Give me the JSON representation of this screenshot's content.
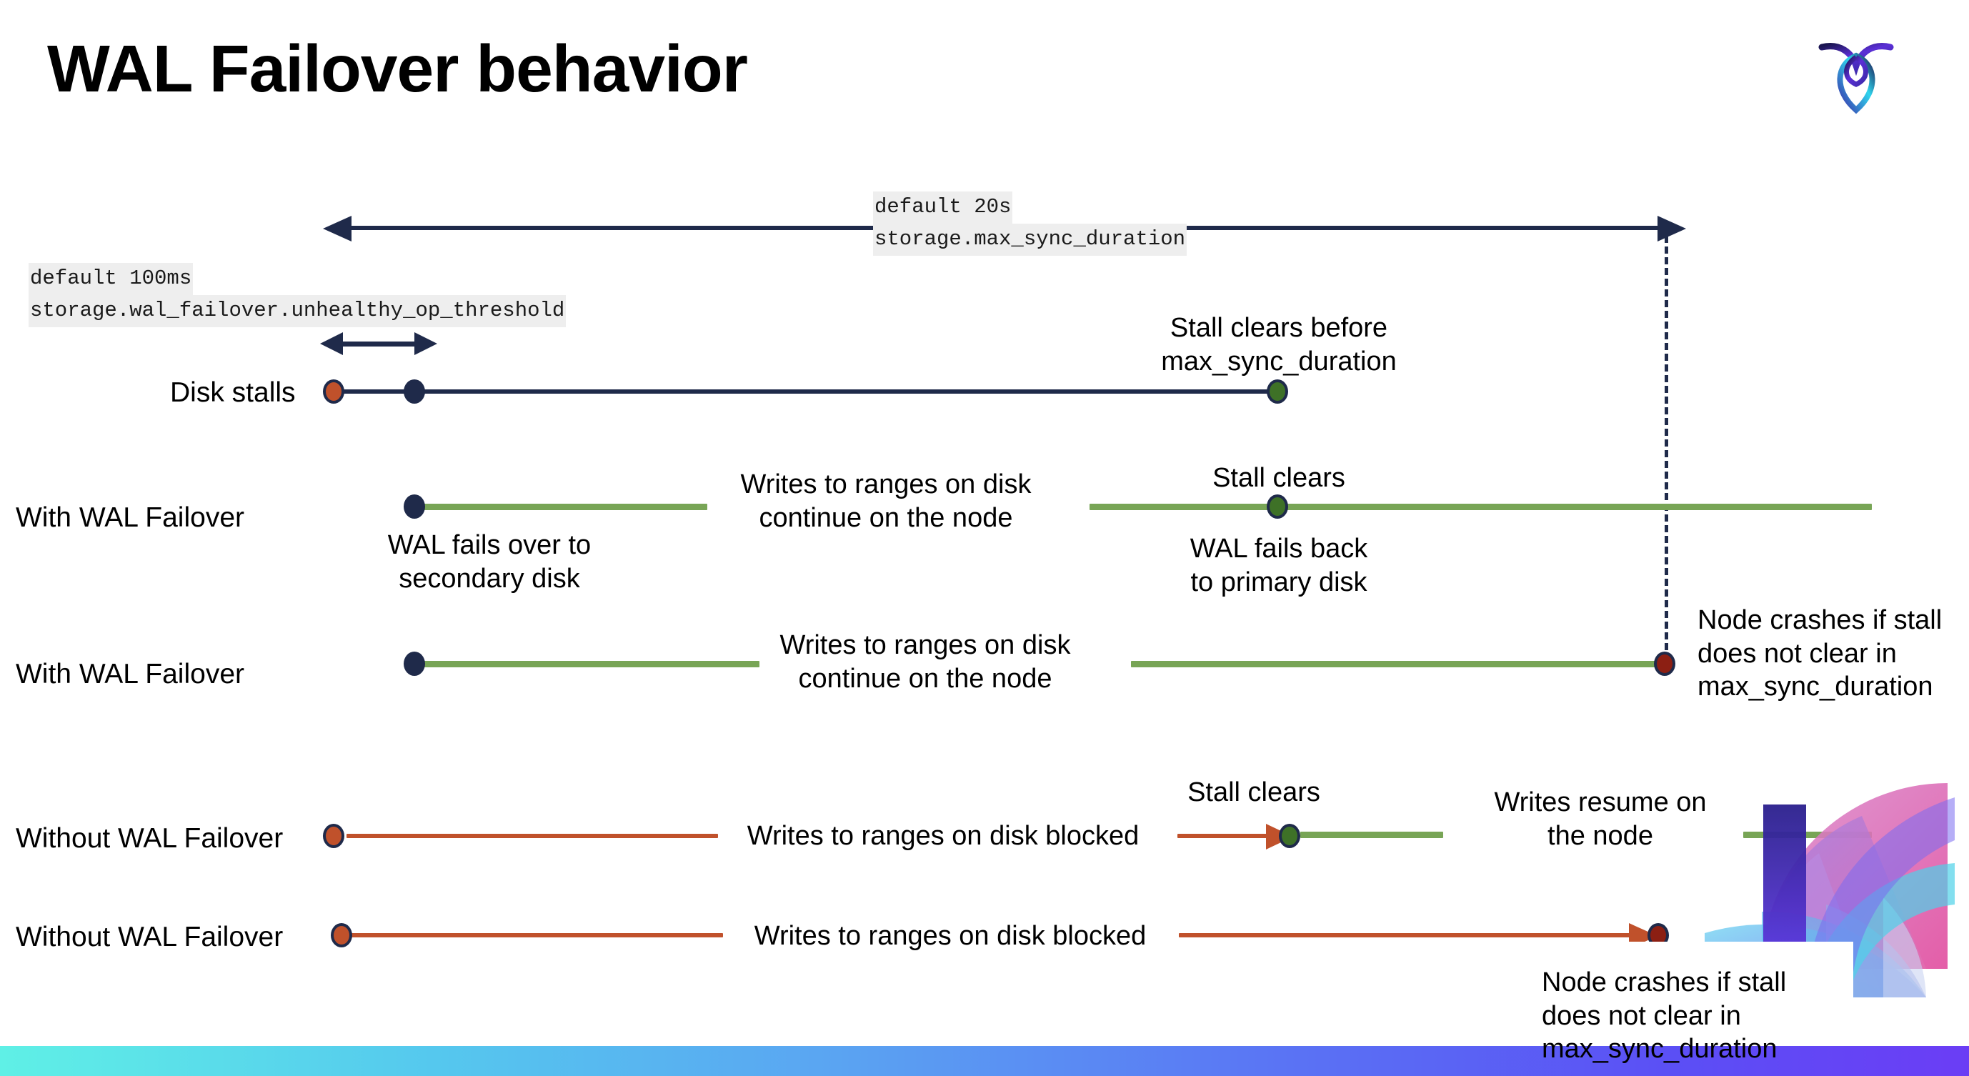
{
  "slide": {
    "title": "WAL Failover behavior",
    "logo_icon": "cockroach-logo-icon",
    "background_color": "#ffffff",
    "bottom_bar_gradient": [
      "#5ff0e6",
      "#55c8ee",
      "#5aa5f2",
      "#5a74f4",
      "#5b4ff5",
      "#6b3df5"
    ]
  },
  "colors": {
    "navy": "#1f2a4a",
    "orange": "#c0512b",
    "green_line": "#78a556",
    "green_dot": "#3e7127",
    "dark_red_dot": "#8c1f13",
    "code_bg": "#eeeeee"
  },
  "settings": {
    "max_sync_duration": {
      "default_text": "default 20s",
      "setting_name": "storage.max_sync_duration"
    },
    "unhealthy_op_threshold": {
      "default_text": "default 100ms",
      "setting_name": "storage.wal_failover.unhealthy_op_threshold"
    }
  },
  "rows": [
    {
      "id": "disk-stalls",
      "label": "Disk stalls",
      "annotation": "Stall clears before\nmax_sync_duration"
    },
    {
      "id": "with-wal-failover-clears",
      "label": "With WAL Failover",
      "annotation_start": "WAL fails over to\nsecondary disk",
      "annotation_mid": "Writes to ranges on disk\ncontinue on the node",
      "annotation_clear": "Stall clears",
      "annotation_back": "WAL fails  back\nto primary disk"
    },
    {
      "id": "with-wal-failover-crash",
      "label": "With WAL Failover",
      "annotation_mid": "Writes to ranges on disk\ncontinue on the node",
      "annotation_crash": "Node crashes if stall\ndoes not clear in\nmax_sync_duration"
    },
    {
      "id": "without-wal-failover-clears",
      "label": "Without WAL Failover",
      "annotation_mid": "Writes to ranges on disk  blocked",
      "annotation_clear": "Stall clears",
      "annotation_resume": "Writes resume on\nthe node"
    },
    {
      "id": "without-wal-failover-crash",
      "label": "Without WAL Failover",
      "annotation_mid": "Writes to ranges on disk  blocked",
      "annotation_crash": "Node crashes if stall\ndoes not clear in\nmax_sync_duration"
    }
  ]
}
